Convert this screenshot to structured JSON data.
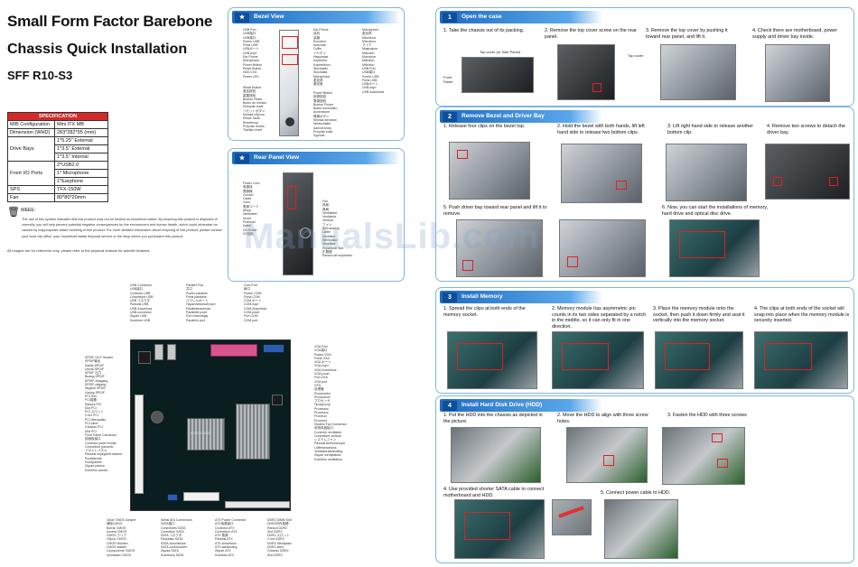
{
  "left": {
    "title_line1": "Small Form Factor Barebone",
    "title_line2": "Chassis Quick Installation",
    "model": "SFF R10-S3",
    "spec_header": "SPECIFICATION",
    "spec": [
      {
        "k": "M/B Configuration",
        "v": [
          "Mini ITX MB"
        ]
      },
      {
        "k": "Dimension (WHD)",
        "v": [
          "283*282*95 (mm)"
        ]
      },
      {
        "k": "Drive Bays",
        "v": [
          "1*5.25\" External",
          "1*3.5\" External",
          "1*3.5\" Internal"
        ]
      },
      {
        "k": "Front I/O Ports",
        "v": [
          "2*USB2.0",
          "1* Microphone",
          "1*Earphone"
        ]
      },
      {
        "k": "SPS",
        "v": [
          "TFX-150W"
        ]
      },
      {
        "k": "Fan",
        "v": [
          "80*80*20mm"
        ]
      }
    ],
    "weee_label": "WEEE:",
    "weee_text": "The use of this symbol indicates that this product may not be treated as household waste. By ensuring this product is disposed of correctly, you will help prevent potential negative consequences for the environment and human health, which could otherwise be caused by inappropriate waste handling of this product. For more detailed information about recycling of this product, please contact your local city office, your household waste disposal service or the shop where you purchased this product.",
    "images_note": "All images are for reference only, please refer to the physical chassis for specific features."
  },
  "bezel": {
    "title": "Bezel View",
    "callouts_left": [
      "USB Port",
      "USB端口",
      "USB端口",
      "Puerto USB",
      "Porta USB",
      "USBポート",
      "USB-порт",
      "Ear Phone",
      "Microphone",
      "Power Button",
      "Reset Button",
      "HDD LED",
      "Power LED"
    ],
    "callouts_left_b": [
      "Reset Button",
      "重启按钮",
      "重置按鈕",
      "Bouton Reset",
      "Botón de reinicio",
      "Pulsante reset",
      "リセットボタン",
      "Кнопка сброса",
      "Reset-Taste",
      "Resetknop",
      "Przycisk resetu",
      "Tlačítko reset"
    ],
    "callouts_mid": [
      "Ear Phone",
      "耳机",
      "耳機",
      "Écouteur",
      "Auricular",
      "Cuffie",
      "イヤホン",
      "Наушники",
      "Kopfhörer",
      "Koptelefoon",
      "Słuchawki",
      "Sluchátka",
      "Microphone",
      "麦克风",
      "麥克風"
    ],
    "callouts_mid_b": [
      "Power Button",
      "电源按钮",
      "電源按鈕",
      "Bouton Power",
      "Botón encendido",
      "Accensione",
      "電源ボタン",
      "Кнопка питания",
      "Netzschalter",
      "Aan/uit-knop",
      "Przycisk zasil.",
      "Vypínač"
    ],
    "callouts_right": [
      "Microphone",
      "麦克风",
      "Micrófono",
      "Microfono",
      "マイク",
      "Микрофон",
      "Mikrofon",
      "Microfoon",
      "Mikrofon",
      "Mikrofon",
      "USB Port",
      "USB端口",
      "Puerto USB",
      "Porta USB",
      "USBポート",
      "USB-порт",
      "USB-Anschluss"
    ]
  },
  "rear": {
    "title": "Rear Panel View",
    "callouts_left": [
      "Power Cord",
      "电源线",
      "電源線",
      "Cordon",
      "Cable",
      "Cavo",
      "電源コード",
      "Шнур",
      "Netzkabel",
      "Snoer",
      "Przewód",
      "Kabel",
      "I/O Shield",
      "I/O挡板"
    ],
    "callouts_right": [
      "Fan",
      "风扇",
      "風扇",
      "Ventilateur",
      "Ventilador",
      "Ventola",
      "ファン",
      "Вентилятор",
      "Lüfter",
      "Ventilator",
      "Wentylator",
      "Ventilátor",
      "Expansion Slot",
      "扩展槽",
      "Ranura de expansión"
    ]
  },
  "mb": {
    "callouts_top_left": [
      "USB Connector",
      "USB接口",
      "Conector USB",
      "Connettore USB",
      "USB コネクタ",
      "Разъем USB",
      "USB-Anschluss",
      "USB-connector",
      "Złącze USB",
      "Konektor USB"
    ],
    "callouts_top_mid": [
      "Parallel Port",
      "并口",
      "Puerto paralelo",
      "Porta parallela",
      "パラレルポート",
      "Параллельный порт",
      "Parallelanschluss",
      "Parallelle poort",
      "Port równoległy",
      "Paralelní port"
    ],
    "callouts_top_right": [
      "Com Port",
      "串口",
      "Puerto COM",
      "Porta COM",
      "COM ポート",
      "COM-порт",
      "COM-Anschluss",
      "COM-poort",
      "Port COM",
      "COM port"
    ],
    "callouts_left": [
      "SPDIF OUT Header",
      "SPDIF输出",
      "Salida SPDIF",
      "Uscita SPDIF",
      "SPDIF 出力",
      "Выход SPDIF",
      "SPDIF-Ausgang",
      "SPDIF-uitgang",
      "Wyjście SPDIF",
      "Výstup SPDIF",
      "PCI Slot",
      "PCI插槽",
      "Ranura PCI",
      "Slot PCI",
      "PCI スロット",
      "Слот PCI",
      "PCI-Steckplatz",
      "PCI-sleuf",
      "Gniazdo PCI",
      "Slot PCI",
      "Front Panel Connector",
      "前面板接口",
      "Conector panel frontal",
      "Connettore pannello",
      "フロントパネル",
      "Разъем передней панели",
      "Frontblende",
      "Frontpaneel",
      "Złącze panelu",
      "Konektor panelu"
    ],
    "callouts_right": [
      "VGA Port",
      "VGA端口",
      "Puerto VGA",
      "Porta VGA",
      "VGA ポート",
      "VGA-порт",
      "VGA-Anschluss",
      "VGA-poort",
      "Port VGA",
      "VGA port",
      "CPU",
      "处理器",
      "Procesador",
      "Processore",
      "プロセッサ",
      "Процессор",
      "Prozessor",
      "Processor",
      "Procesor",
      "Procesor",
      "System Fan Connector",
      "系统风扇接口",
      "Conector ventilador",
      "Connettore ventola",
      "システムファン",
      "Разъем вентилятора",
      "Lüfteranschluss",
      "Ventilatoraansluiting",
      "Złącze wentylatora",
      "Konektor ventilátoru"
    ],
    "callouts_bottom_a": [
      "Clear CMOS Jumper",
      "清除CMOS",
      "Borrar CMOS",
      "Azzera CMOS",
      "CMOS クリア",
      "Сброс CMOS",
      "CMOS löschen",
      "CMOS wissen",
      "Czyszczenie CMOS",
      "Vymazání CMOS"
    ],
    "callouts_bottom_b": [
      "Serial ATA Connectors",
      "SATA接口",
      "Conectores SATA",
      "Connettori SATA",
      "SATA コネクタ",
      "Разъемы SATA",
      "SATA-Anschlüsse",
      "SATA-connectoren",
      "Złącza SATA",
      "Konektory SATA"
    ],
    "callouts_bottom_c": [
      "ATX Power Connector",
      "ATX电源接口",
      "Conector ATX",
      "Connettore ATX",
      "ATX 電源",
      "Разъем ATX",
      "ATX-Anschluss",
      "ATX-aansluiting",
      "Złącze ATX",
      "Konektor ATX"
    ],
    "callouts_bottom_d": [
      "DDR2 DIMM Slot",
      "DDR2内存插槽",
      "Ranura DDR2",
      "Slot DDR2",
      "DDR2 スロット",
      "Слот DDR2",
      "DDR2-Steckplatz",
      "DDR2-sleuf",
      "Gniazdo DDR2",
      "Slot DDR2"
    ],
    "board_label": "POSTCARD"
  },
  "s1": {
    "num": "1",
    "title": "Open the case",
    "steps": [
      "1. Take the chassis out of its packing.",
      "2. Remove the top cover screw on the rear panel.",
      "3. Remove the top cover by pushing it toward rear panel, and lift it.",
      "4. Check there are motherboard, power supply and driver bay inside."
    ],
    "label_top_cover": "Top cover (or Side Panel)",
    "label_front_panel": "Front Panel",
    "label_top": "Top cover"
  },
  "s2": {
    "num": "2",
    "title": "Remove Bezel and Driver Bay",
    "steps": [
      "1. Release four clips on the bezel top.",
      "2. Hold the bezel with both hands, lift left hand side to release two bottom clips.",
      "3. Lift right hand side to release another bottom clip.",
      "4. Remove two screws to detach the driver bay.",
      "5. Push driver bay toward rear panel and lift it to remove.",
      "6. Now, you can start the installations of memory, hard drive and optical disc drive."
    ]
  },
  "s3": {
    "num": "3",
    "title": "Install Memory",
    "steps": [
      "1. Spread the clips at both ends of the memory socket.",
      "2. Memory module has asymmetric pin counts in its two sides separated by a notch in the middle, so it can only fit in one direction.",
      "3. Place the memory module onto the socket, then push it down firmly and seat it vertically into the memory socket.",
      "4. The clips at both ends of the socket will snap into place when the memory module is securely inserted."
    ]
  },
  "s4": {
    "num": "4",
    "title": "Install Hard Disk Drive (HDD)",
    "steps": [
      "1. Put the HDD into the chassis as depicted in the picture.",
      "2. Move the HDD to align with three screw holes.",
      "3. Fasten the HDD with three screws",
      "4. Use provided shorter SATA cable to connect motherboard and HDD.",
      "5. Connect power cable to HDD."
    ]
  },
  "watermark": "ManualsLib.com",
  "colors": {
    "accent": "#1e6bbf",
    "panel_border": "#7fb6e4",
    "spec_header": "#d42a2a",
    "highlight": "#e02020"
  }
}
